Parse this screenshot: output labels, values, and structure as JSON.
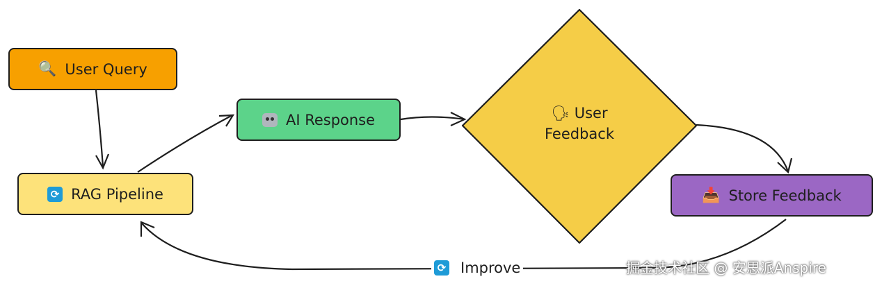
{
  "nodes": {
    "user_query": {
      "label": "User Query",
      "icon": "magnifier-icon",
      "color": "#f7a000"
    },
    "rag_pipeline": {
      "label": "RAG Pipeline",
      "icon": "refresh-icon",
      "color": "#fde27a"
    },
    "ai_response": {
      "label": "AI Response",
      "icon": "robot-icon",
      "color": "#5cd38a"
    },
    "user_feedback": {
      "label_line1": "User",
      "label_line2": "Feedback",
      "icon": "speaking-head-icon",
      "color": "#f5cd47"
    },
    "store_feedback": {
      "label": "Store Feedback",
      "icon": "inbox-icon",
      "color": "#9b67c4"
    }
  },
  "edges": [
    {
      "from": "user_query",
      "to": "rag_pipeline"
    },
    {
      "from": "rag_pipeline",
      "to": "ai_response"
    },
    {
      "from": "ai_response",
      "to": "user_feedback"
    },
    {
      "from": "user_feedback",
      "to": "store_feedback"
    },
    {
      "from": "store_feedback",
      "to": "rag_pipeline",
      "label": "Improve"
    }
  ],
  "improve_label": "Improve",
  "watermark": "掘金技术社区 @ 安思派Anspire"
}
